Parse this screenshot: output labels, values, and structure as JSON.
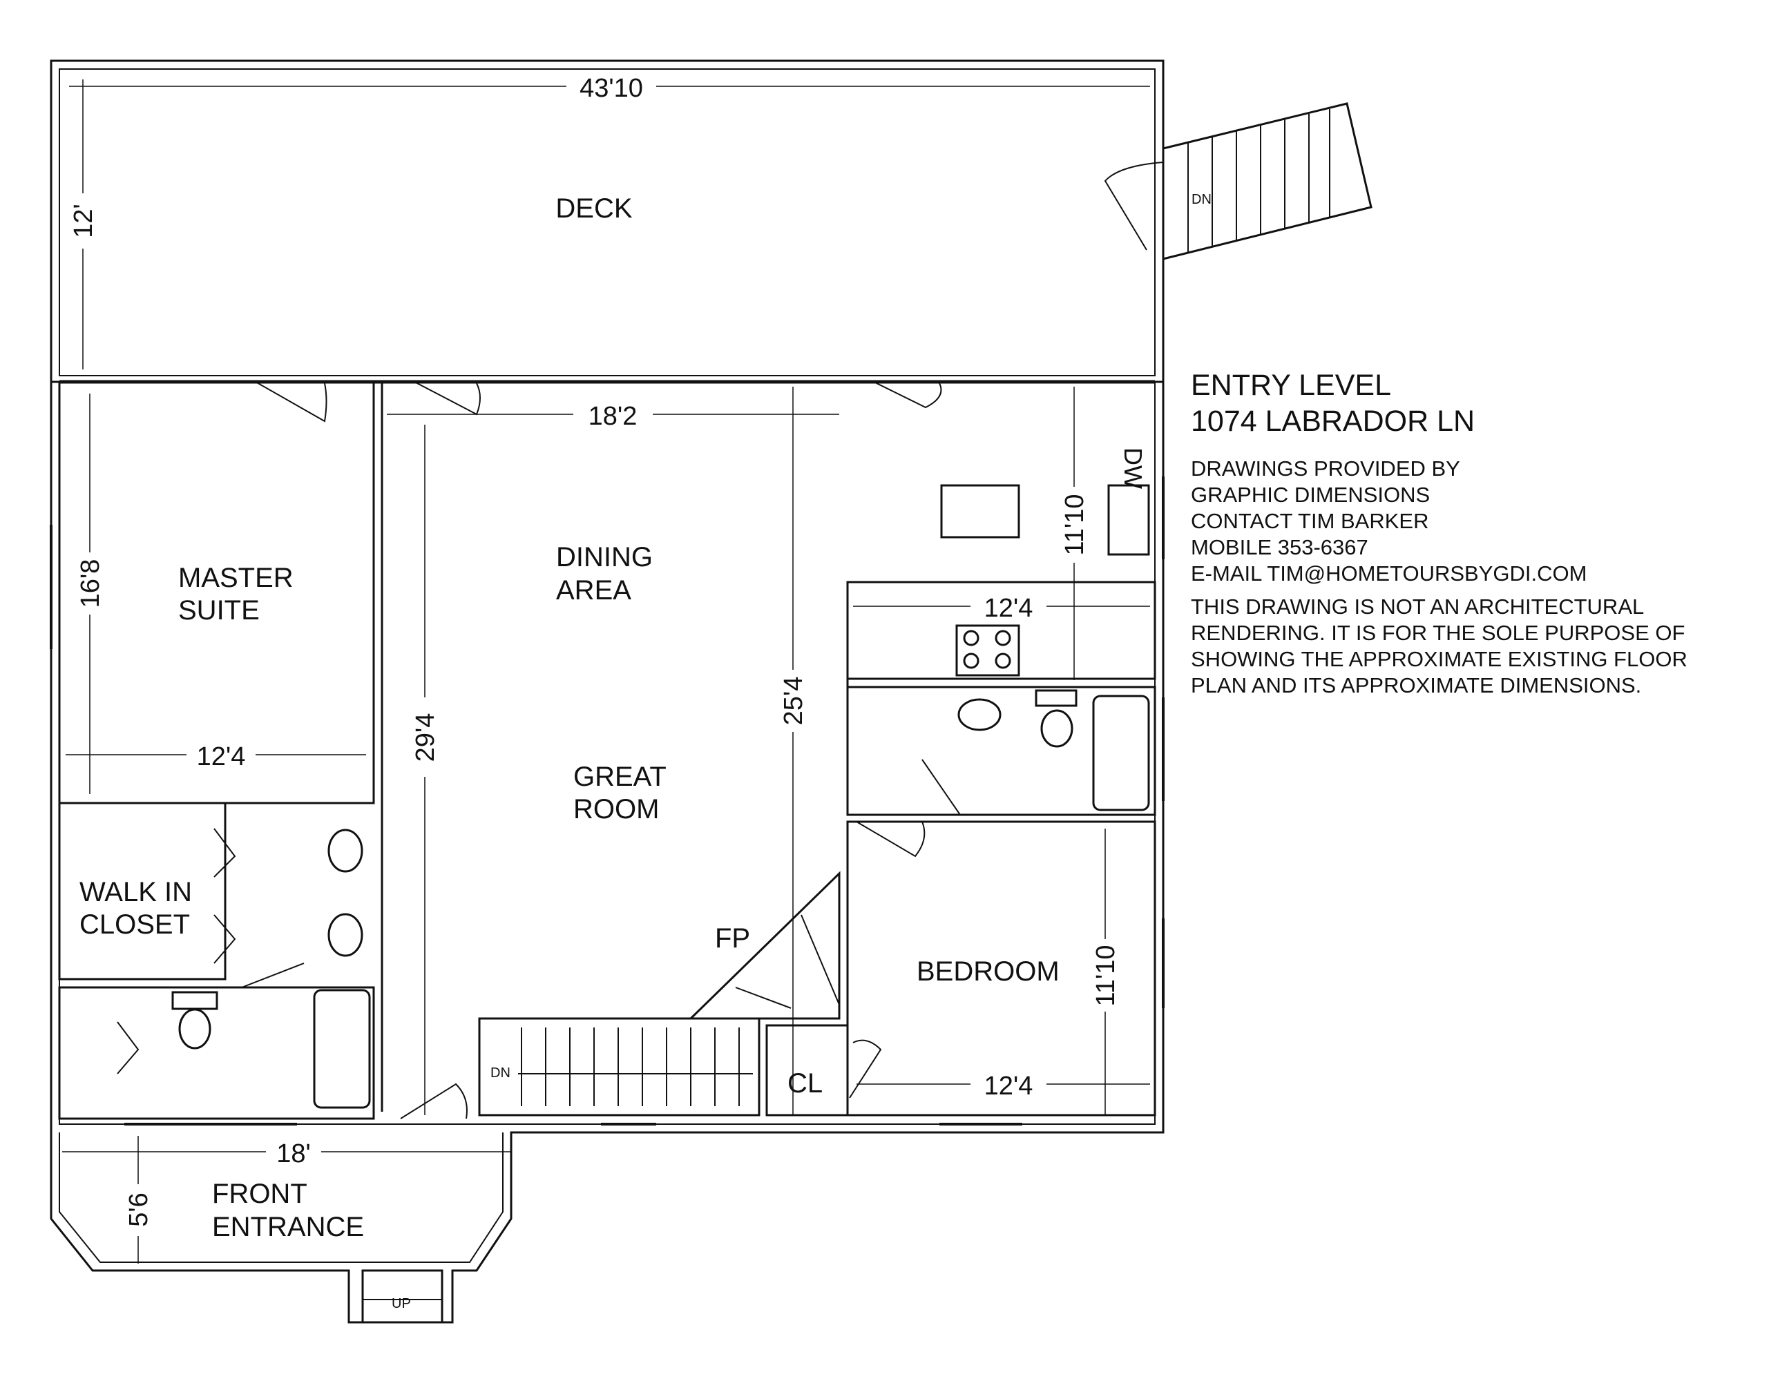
{
  "title": {
    "line1": "ENTRY LEVEL",
    "line2": "1074 LABRADOR LN"
  },
  "credits": [
    "DRAWINGS PROVIDED BY",
    "GRAPHIC DIMENSIONS",
    "CONTACT TIM BARKER",
    "MOBILE 353-6367",
    "E-MAIL TIM@HOMETOURSBYGDI.COM"
  ],
  "disclaimer": [
    "THIS DRAWING IS NOT AN ARCHITECTURAL",
    "RENDERING. IT IS FOR THE SOLE PURPOSE OF",
    "SHOWING THE APPROXIMATE EXISTING FLOOR",
    "PLAN AND ITS APPROXIMATE  DIMENSIONS."
  ],
  "rooms": {
    "deck": "DECK",
    "master_1": "MASTER",
    "master_2": "SUITE",
    "dining_1": "DINING",
    "dining_2": "AREA",
    "great_1": "GREAT",
    "great_2": "ROOM",
    "walkin_1": "WALK IN",
    "walkin_2": "CLOSET",
    "fp": "FP",
    "bedroom": "BEDROOM",
    "cl": "CL",
    "front_1": "FRONT",
    "front_2": "ENTRANCE"
  },
  "dimensions": {
    "deck_width": "43'10",
    "deck_depth": "12'",
    "dining_width": "18'2",
    "master_depth": "16'8",
    "master_width": "12'4",
    "great_depth": "29'4",
    "great_depth_2": "25'4",
    "kitchen_depth": "11'10",
    "kitchen_width": "12'4",
    "bedroom_depth": "11'10",
    "bedroom_width": "12'4",
    "entrance_width": "18'",
    "entrance_depth": "5'6"
  },
  "stairs": {
    "deck_dn": "DN",
    "interior_dn": "DN",
    "front_up": "UP"
  },
  "appliances": {
    "dishwasher": "DW"
  }
}
